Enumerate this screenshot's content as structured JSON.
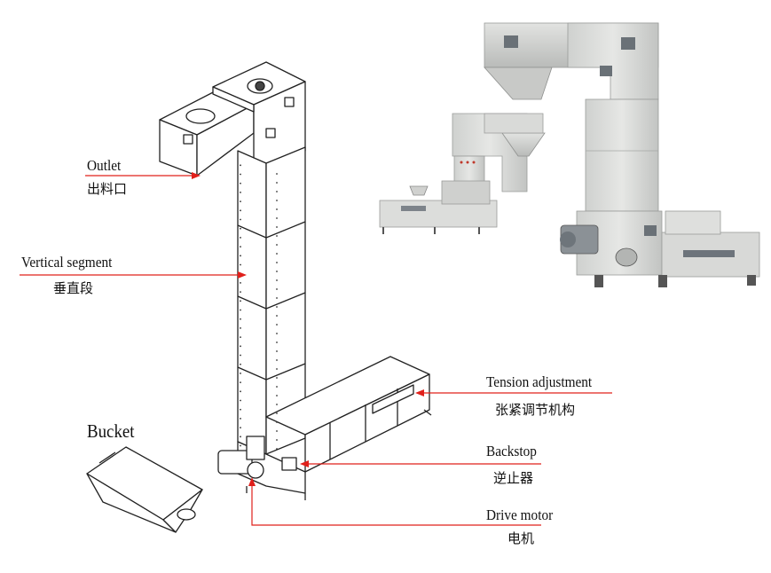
{
  "labels": {
    "outlet": {
      "en": "Outlet",
      "cn": "出料口"
    },
    "vertical": {
      "en": "Vertical segment",
      "cn": "垂直段"
    },
    "tension": {
      "en": "Tension adjustment",
      "cn": "张紧调节机构"
    },
    "backstop": {
      "en": "Backstop",
      "cn": "逆止器"
    },
    "motor": {
      "en": "Drive motor",
      "cn": "电机"
    },
    "bucket": "Bucket"
  },
  "colors": {
    "leader": "#e0201b",
    "line": "#222222",
    "machine": "#d6d7d5",
    "machine_dark": "#a9acab",
    "frame_blue": "#5b6770"
  }
}
